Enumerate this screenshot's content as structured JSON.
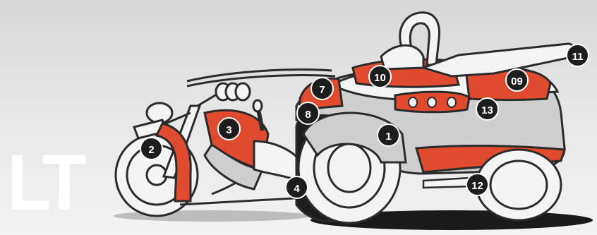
{
  "diagram": {
    "model_label": "LT",
    "colors": {
      "highlight": "#e04a2f",
      "outline": "#2b2b2b",
      "body_fill": "#f4f4f4",
      "shade_fill": "#cfcfcf",
      "callout": "#1d1d1d"
    },
    "callouts": [
      {
        "id": "1",
        "label": "1"
      },
      {
        "id": "2",
        "label": "2"
      },
      {
        "id": "3",
        "label": "3"
      },
      {
        "id": "4",
        "label": "4"
      },
      {
        "id": "7",
        "label": "7"
      },
      {
        "id": "8",
        "label": "8"
      },
      {
        "id": "9",
        "label": "09"
      },
      {
        "id": "10",
        "label": "10"
      },
      {
        "id": "11",
        "label": "11"
      },
      {
        "id": "12",
        "label": "12"
      },
      {
        "id": "13",
        "label": "13"
      }
    ]
  }
}
